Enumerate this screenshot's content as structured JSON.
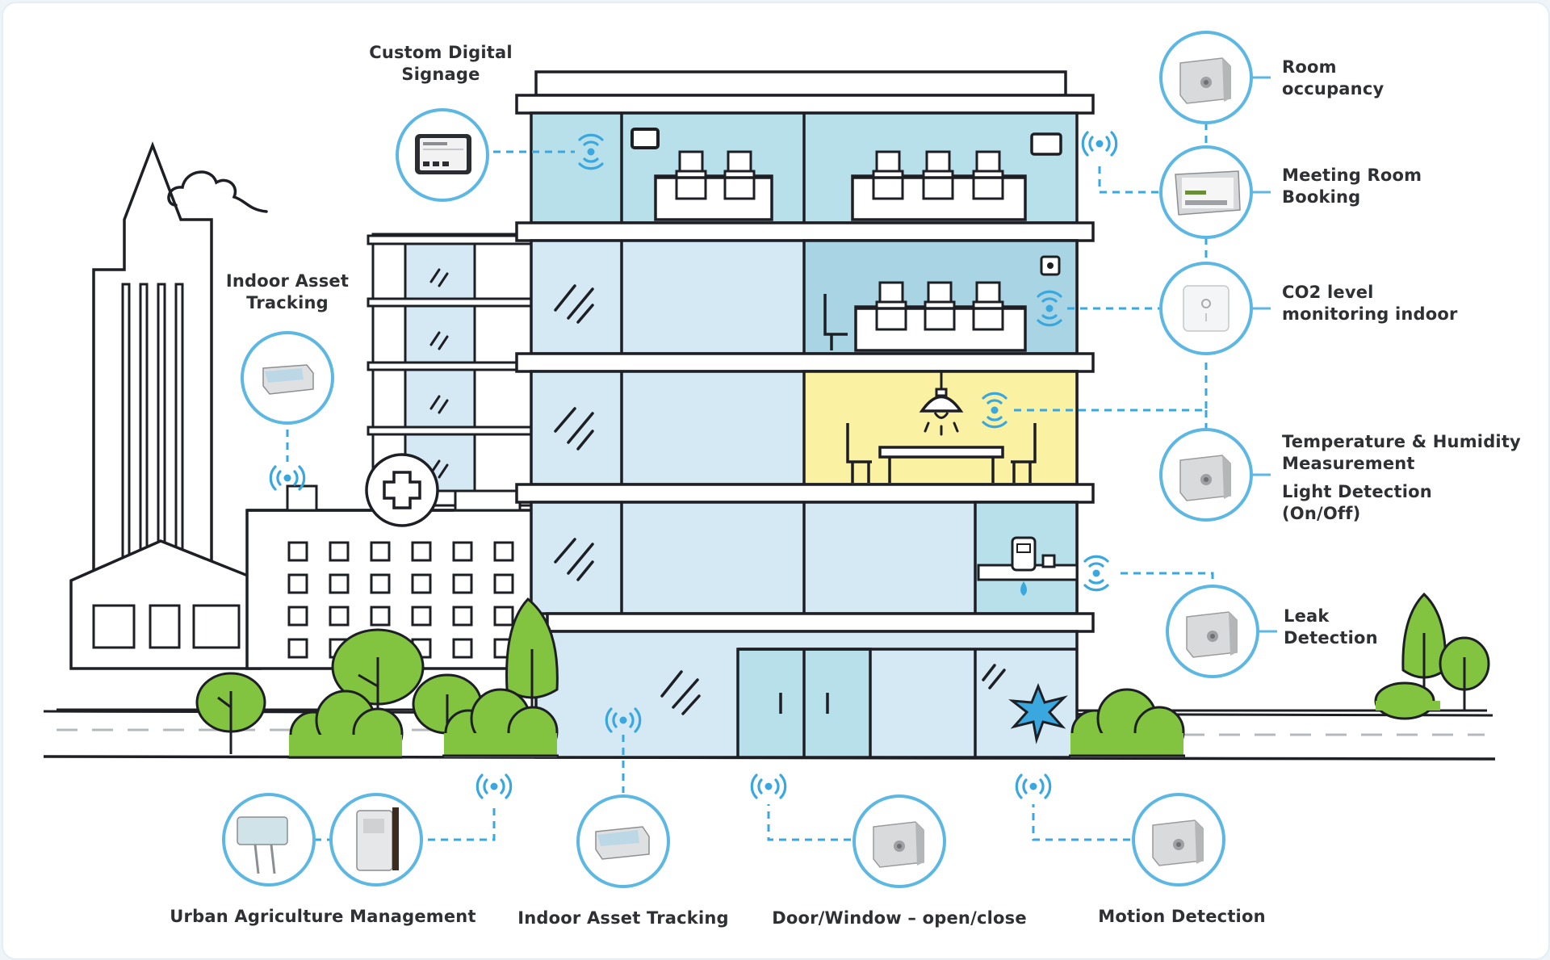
{
  "labels": {
    "custom_digital_signage": [
      "Custom Digital",
      "Signage"
    ],
    "indoor_asset_tracking_top": [
      "Indoor Asset",
      "Tracking"
    ],
    "room_occupancy": [
      "Room",
      "occupancy"
    ],
    "meeting_room_booking": [
      "Meeting Room",
      "Booking"
    ],
    "co2_monitoring": [
      "CO2 level",
      "monitoring indoor"
    ],
    "temp_humidity": [
      "Temperature & Humidity",
      "Measurement"
    ],
    "light_detection": [
      "Light Detection",
      "(On/Off)"
    ],
    "leak_detection": [
      "Leak",
      "Detection"
    ],
    "urban_agriculture": "Urban Agriculture Management",
    "indoor_asset_tracking_bottom": "Indoor Asset Tracking",
    "door_window": "Door/Window – open/close",
    "motion_detection": "Motion Detection"
  },
  "colors": {
    "outline": "#1d1f25",
    "sky_blue": "#b8e0ea",
    "pale_blue": "#d5e9f5",
    "mid_blue": "#a8d4e3",
    "yellow_room": "#fbf1a3",
    "tree_green": "#82c340",
    "signal_blue": "#3aa8df",
    "circle_border": "#5db7e3",
    "text": "#2f3034"
  },
  "icons": [
    "wifi-signal-icon",
    "hospital-cross-icon",
    "cloud-icon",
    "water-drop-icon",
    "ceiling-lamp-icon",
    "glass-break-icon"
  ]
}
